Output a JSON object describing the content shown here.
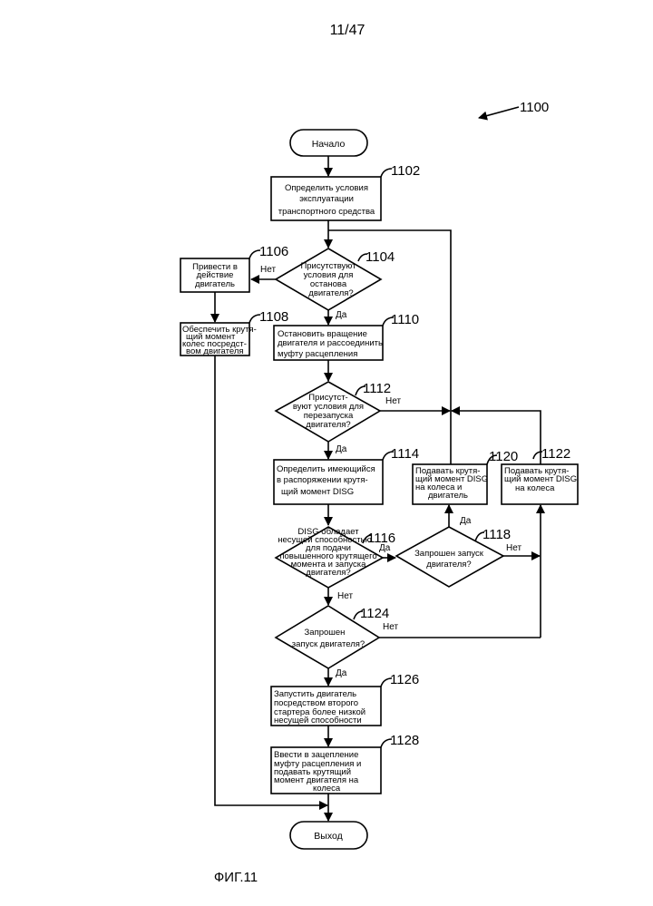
{
  "page_number": "11/47",
  "figure_ref": "1100",
  "figure_caption": "ФИГ.11",
  "nodes": {
    "start": {
      "text": "Начало"
    },
    "n1102": {
      "ref": "1102",
      "lines": [
        "Определить условия",
        "эксплуатации",
        "транспортного средства"
      ]
    },
    "n1104": {
      "ref": "1104",
      "lines": [
        "Присутствуют",
        "условия для",
        "останова",
        "двигателя?"
      ]
    },
    "n1106": {
      "ref": "1106",
      "lines": [
        "Привести в",
        "действие",
        "двигатель"
      ]
    },
    "n1108": {
      "ref": "1108",
      "lines": [
        "Обеспечить крутя-",
        "щий момент",
        "колес посредст-",
        "вом двигателя"
      ]
    },
    "n1110": {
      "ref": "1110",
      "lines": [
        "Остановить вращение",
        "двигателя и рассоединить",
        "муфту расцепления"
      ]
    },
    "n1112": {
      "ref": "1112",
      "lines": [
        "Присутст-",
        "вуют условия для",
        "перезапуска",
        "двигателя?"
      ]
    },
    "n1114": {
      "ref": "1114",
      "lines": [
        "Определить имеющийся",
        "в распоряжении крутя-",
        "щий момент DISG"
      ]
    },
    "n1116": {
      "ref": "1116",
      "lines": [
        "DISG обладает",
        "несущей способностью",
        "для подачи",
        "повышенного крутящего",
        "момента и запуска",
        "двигателя?"
      ]
    },
    "n1118": {
      "ref": "1118",
      "lines": [
        "Запрошен запуск",
        "двигателя?"
      ]
    },
    "n1120": {
      "ref": "1120",
      "lines": [
        "Подавать крутя-",
        "щий момент DISG",
        "на колеса и",
        "двигатель"
      ]
    },
    "n1122": {
      "ref": "1122",
      "lines": [
        "Подавать крутя-",
        "щий момент DISG",
        "на колеса"
      ]
    },
    "n1124": {
      "ref": "1124",
      "lines": [
        "Запрошен",
        "запуск двигателя?"
      ]
    },
    "n1126": {
      "ref": "1126",
      "lines": [
        "Запустить двигатель",
        "посредством второго",
        "стартера более низкой",
        "несущей способности"
      ]
    },
    "n1128": {
      "ref": "1128",
      "lines": [
        "Ввести в зацепление",
        "муфту расцепления и",
        "подавать крутящий",
        "момент двигателя на",
        "колеса"
      ]
    },
    "exit": {
      "text": "Выход"
    }
  },
  "edge_labels": {
    "yes": "Да",
    "no": "Нет"
  }
}
